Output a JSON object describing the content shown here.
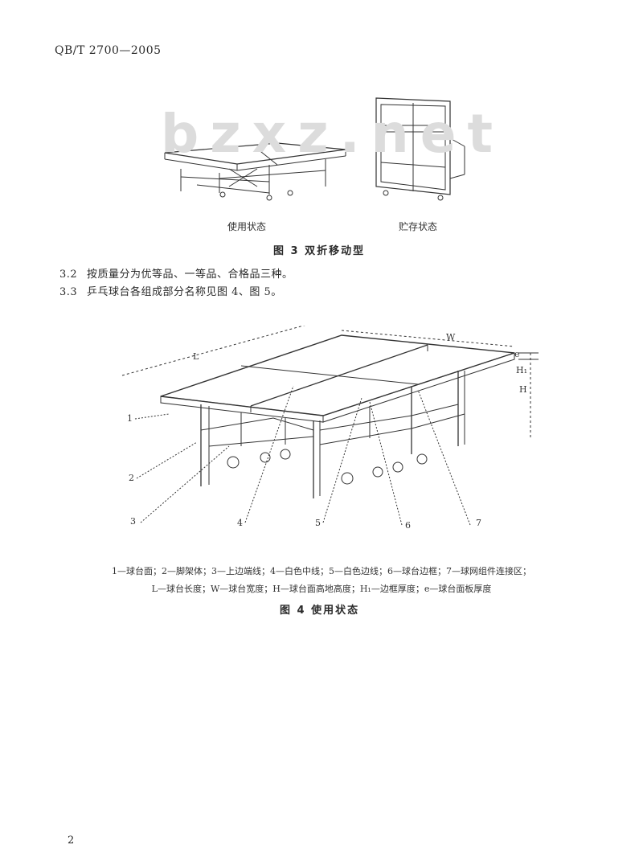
{
  "header": {
    "standard_no": "QB/T 2700—2005"
  },
  "watermark": {
    "text": "bzxz.net"
  },
  "figure3": {
    "left_caption": "使用状态",
    "right_caption": "贮存状态",
    "title": "图 3   双折移动型"
  },
  "clauses": [
    {
      "num": "3.2",
      "text": "按质量分为优等品、一等品、合格品三种。"
    },
    {
      "num": "3.3",
      "text": "乒乓球台各组成部分名称见图 4、图 5。"
    }
  ],
  "figure4": {
    "dimension_labels": {
      "L": "L",
      "W": "W",
      "H": "H",
      "H1": "H₁",
      "e": "e"
    },
    "callouts": [
      "1",
      "2",
      "3",
      "4",
      "5",
      "6",
      "7"
    ],
    "legend_line1": "1—球台面；2—脚架体；3—上边端线；4—白色中线；5—白色边线；6—球台边框；7—球网组件连接区；",
    "legend_line2": "L—球台长度；W—球台宽度；H—球台面高地高度；H₁—边框厚度；e—球台面板厚度",
    "title": "图 4   使用状态"
  },
  "footer": {
    "page_number": "2"
  }
}
